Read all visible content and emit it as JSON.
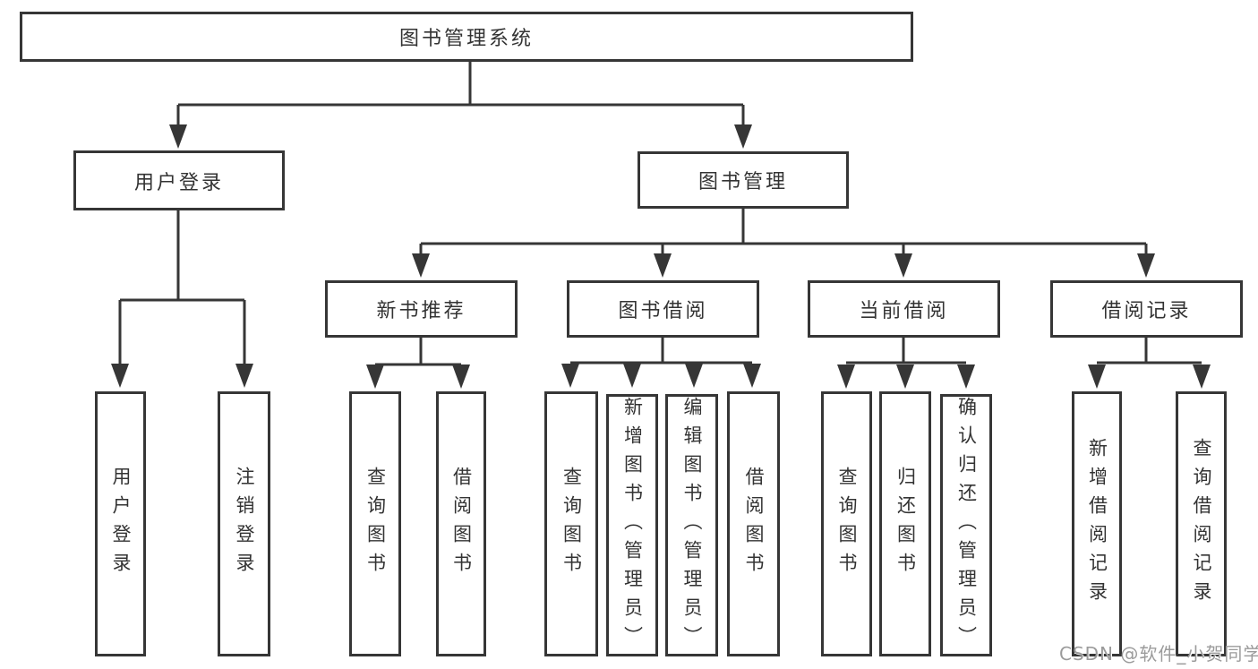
{
  "diagram": {
    "type": "tree-structure-chart",
    "nodes": {
      "root": "图书管理系统",
      "user_login": "用户登录",
      "book_management": "图书管理",
      "new_book_recommend": "新书推荐",
      "book_borrow": "图书借阅",
      "current_borrow": "当前借阅",
      "borrow_record": "借阅记录",
      "leaf_user_login": "用户登录",
      "leaf_logout": "注销登录",
      "leaf_rec_query_book": "查询图书",
      "leaf_rec_borrow_book": "借阅图书",
      "leaf_bb_query_book": "查询图书",
      "leaf_bb_add_book": "新增图书（管理员）",
      "leaf_bb_edit_book": "编辑图书（管理员）",
      "leaf_bb_borrow_book": "借阅图书",
      "leaf_cb_query_book": "查询图书",
      "leaf_cb_return_book": "归还图书",
      "leaf_cb_confirm_return": "确认归还（管理员）",
      "leaf_br_add_record": "新增借阅记录",
      "leaf_br_query_record": "查询借阅记录"
    },
    "colors": {
      "line": "#363636",
      "box_border": "#363636",
      "text": "#333333",
      "background": "#ffffff",
      "watermark": "#9b9b9b"
    }
  },
  "watermark": "CSDN @软件_小贺同学"
}
